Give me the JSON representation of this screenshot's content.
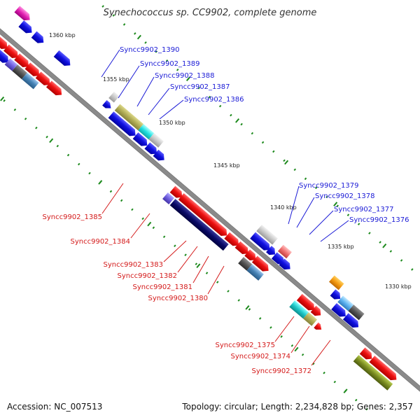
{
  "title": "Synechococcus sp. CC9902, complete genome",
  "footer": {
    "accession": "Accession: NC_007513",
    "topology": "Topology: circular; Length: 2,234,828 bp; Genes: 2,357"
  },
  "kbp_labels": [
    "1360 kbp",
    "1355 kbp",
    "1350 kbp",
    "1345 kbp",
    "1340 kbp",
    "1335 kbp",
    "1330 kbp"
  ],
  "genes_blue": [
    "Syncc9902_1390",
    "Syncc9902_1389",
    "Syncc9902_1388",
    "Syncc9902_1387",
    "Syncc9902_1386",
    "Syncc9902_1379",
    "Syncc9902_1378",
    "Syncc9902_1377",
    "Syncc9902_1376"
  ],
  "genes_red": [
    "Syncc9902_1385",
    "Syncc9902_1384",
    "Syncc9902_1383",
    "Syncc9902_1382",
    "Syncc9902_1381",
    "Syncc9902_1380",
    "Syncc9902_1375",
    "Syncc9902_1374",
    "Syncc9902_1372"
  ],
  "colors": {
    "forward_strand": "#1010e0",
    "reverse_strand": "#ee1010",
    "backbone": "#8a8a8a",
    "tick": "#1d8a1d",
    "blue_label": "#1a1ad6",
    "red_label": "#d41a1a"
  }
}
